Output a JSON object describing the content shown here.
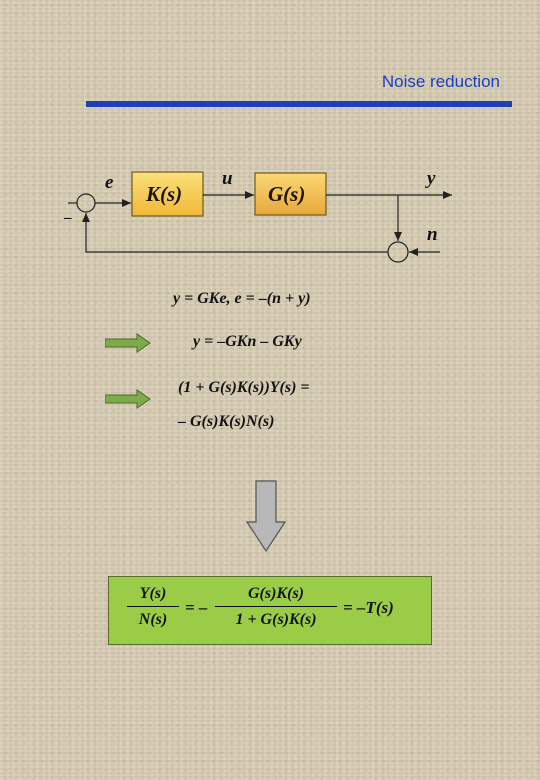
{
  "header": {
    "title": "Noise reduction"
  },
  "diagram": {
    "blocks": {
      "controller": "K(s)",
      "plant": "G(s)"
    },
    "signals": {
      "error": "e",
      "control": "u",
      "output": "y",
      "noise": "n",
      "minus": "–"
    }
  },
  "equations": {
    "eq1": "y = GKe, e = –(n + y)",
    "eq2": "y = –GKn – GKy",
    "eq3_line1": "(1 + G(s)K(s))Y(s) =",
    "eq3_line2": "– G(s)K(s)N(s)"
  },
  "result": {
    "lhs_num": "Y(s)",
    "lhs_den": "N(s)",
    "eq_neg": "= –",
    "rhs_num": "G(s)K(s)",
    "rhs_den": "1 + G(s)K(s)",
    "tail": "= –T(s)"
  },
  "colors": {
    "title": "#1a3fc0",
    "rule": "#1f3fb8",
    "block_fill": "#f6c73d",
    "green_arrow": "#7eaa4a",
    "gray_arrow": "#b8b8b8",
    "result_box": "#9acc48"
  },
  "icons": {
    "implies": "right-arrow-icon",
    "down": "down-arrow-icon"
  }
}
